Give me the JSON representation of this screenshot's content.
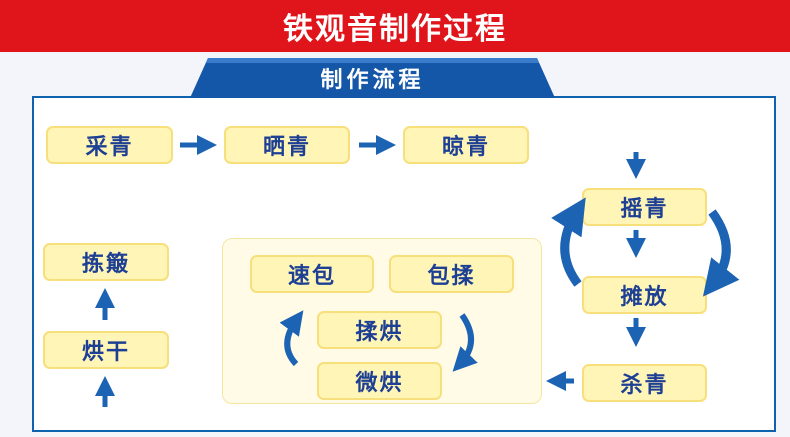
{
  "header": {
    "title": "铁观音制作过程"
  },
  "tab": {
    "label": "制作流程"
  },
  "steps": {
    "caiqing": "采青",
    "shaiqing": "晒青",
    "liangqing": "晾青",
    "yaoqing": "摇青",
    "tanfang": "摊放",
    "shaqing": "杀青",
    "subao": "速包",
    "baorou": "包揉",
    "rouhong": "揉烘",
    "weihong": "微烘",
    "honggan": "烘干",
    "jianlian": "拣簸"
  },
  "colors": {
    "header_bg": "#e0141b",
    "tab_bg": "#1456a8",
    "step_bg": "#fff5b6",
    "step_border": "#f7df7c",
    "step_text": "#1d3f94",
    "arrow": "#1d63b4"
  }
}
